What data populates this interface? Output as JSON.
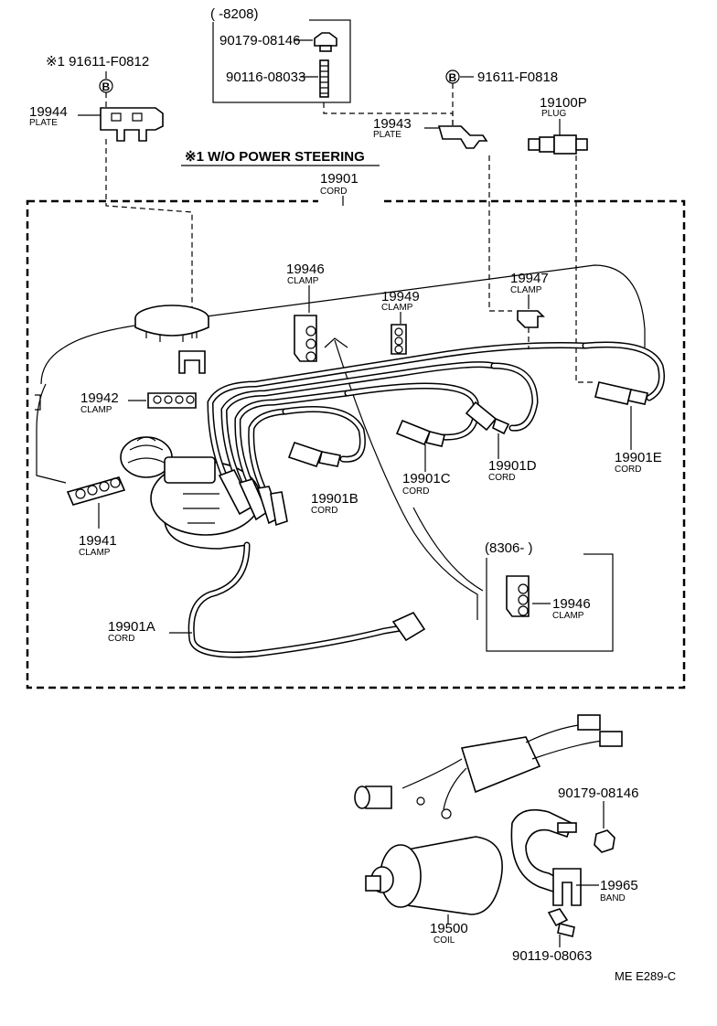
{
  "note": "※1 W/O POWER STEERING",
  "top_box": {
    "range": "(      -8208)",
    "bolt": "90179-08146",
    "stud": "90116-08033"
  },
  "mid_box": {
    "range": "(8306-        )",
    "part": "19946",
    "name": "CLAMP"
  },
  "parts": {
    "p91611a": {
      "num": "※1 91611-F0812",
      "badge": "B"
    },
    "p19944": {
      "num": "19944",
      "name": "PLATE"
    },
    "p91611b": {
      "num": "91611-F0818",
      "badge": "B"
    },
    "p19943": {
      "num": "19943",
      "name": "PLATE"
    },
    "p19100p": {
      "num": "19100P",
      "name": "PLUG"
    },
    "p19901": {
      "num": "19901",
      "name": "CORD"
    },
    "p19946": {
      "num": "19946",
      "name": "CLAMP"
    },
    "p19949": {
      "num": "19949",
      "name": "CLAMP"
    },
    "p19947": {
      "num": "19947",
      "name": "CLAMP"
    },
    "p19942": {
      "num": "19942",
      "name": "CLAMP"
    },
    "p19941": {
      "num": "19941",
      "name": "CLAMP"
    },
    "p19901b": {
      "num": "19901B",
      "name": "CORD"
    },
    "p19901c": {
      "num": "19901C",
      "name": "CORD"
    },
    "p19901d": {
      "num": "19901D",
      "name": "CORD"
    },
    "p19901e": {
      "num": "19901E",
      "name": "CORD"
    },
    "p19901a": {
      "num": "19901A",
      "name": "CORD"
    },
    "p90179": {
      "num": "90179-08146"
    },
    "p19965": {
      "num": "19965",
      "name": "BAND"
    },
    "p19500": {
      "num": "19500",
      "name": "COIL"
    },
    "p90119": {
      "num": "90119-08063"
    }
  },
  "drawing_code": "ME E289-C"
}
